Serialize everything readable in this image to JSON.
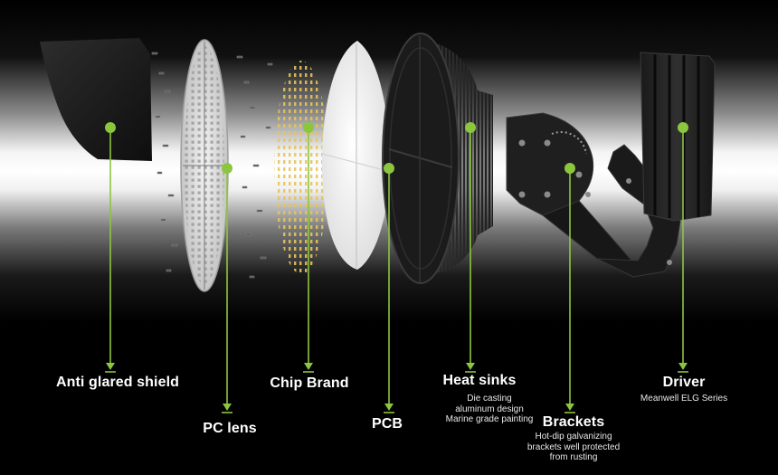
{
  "colors": {
    "accent": "#8cc63f",
    "text": "#ffffff",
    "background": "#000000"
  },
  "components": [
    {
      "id": "anti-glared-shield",
      "title": "Anti glared shield",
      "lines": []
    },
    {
      "id": "pc-lens",
      "title": "PC lens",
      "lines": []
    },
    {
      "id": "chip-brand",
      "title": "Chip Brand",
      "lines": []
    },
    {
      "id": "pcb",
      "title": "PCB",
      "lines": []
    },
    {
      "id": "heat-sinks",
      "title": "Heat sinks",
      "lines": [
        "Die casting",
        "aluminum design",
        "Marine grade painting"
      ]
    },
    {
      "id": "brackets",
      "title": "Brackets",
      "lines": [
        "Hot-dip galvanizing",
        "brackets well protected",
        "from rusting"
      ]
    },
    {
      "id": "driver",
      "title": "Driver",
      "lines": [
        "Meanwell ELG Series"
      ]
    }
  ]
}
